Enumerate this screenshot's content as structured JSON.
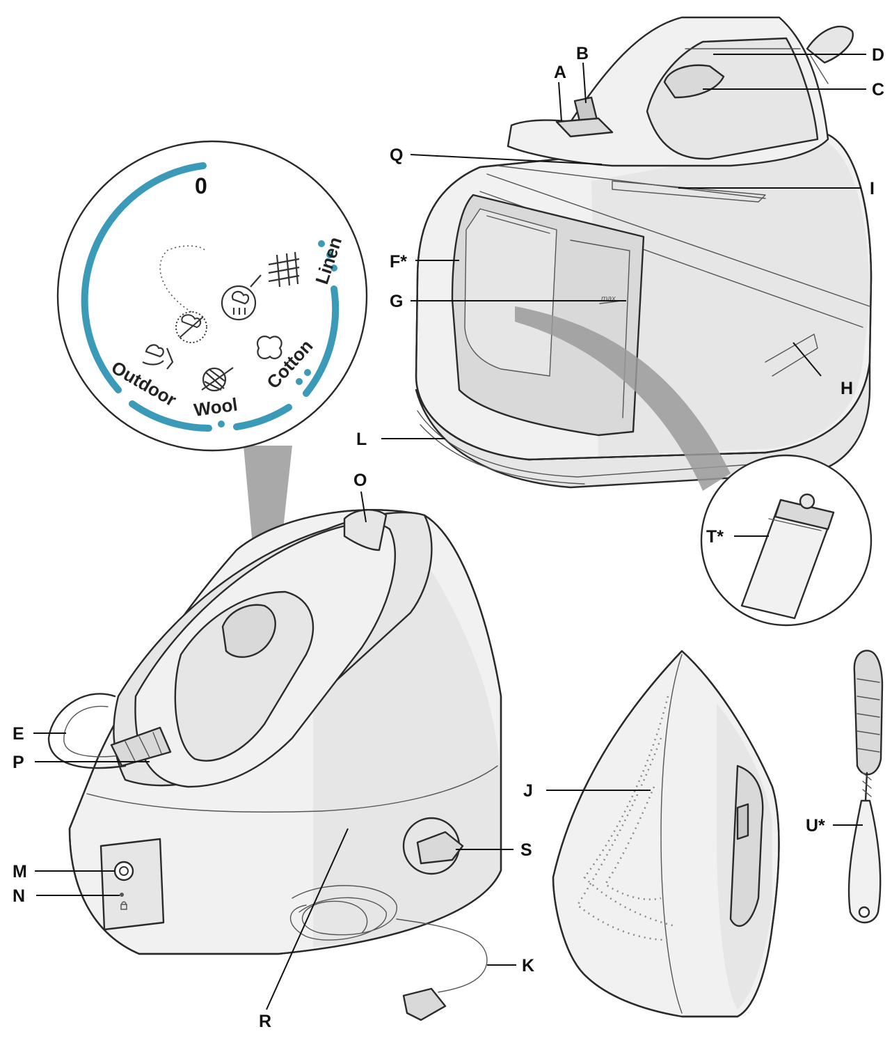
{
  "labels": {
    "A": "A",
    "B": "B",
    "C": "C",
    "D": "D",
    "E": "E",
    "F": "F*",
    "G": "G",
    "H": "H",
    "I": "I",
    "J": "J",
    "K": "K",
    "L": "L",
    "M": "M",
    "N": "N",
    "O": "O",
    "P": "P",
    "Q": "Q",
    "R": "R",
    "S": "S",
    "T": "T*",
    "U": "U*"
  },
  "dial": {
    "zero": "0",
    "linen": "Linen",
    "cotton": "Cotton",
    "wool": "Wool",
    "outdoor": "Outdoor",
    "accent_color": "#3a9ab8"
  },
  "tank": {
    "max_mark": "max"
  },
  "icons": [
    "linen-grid-icon",
    "steam-boost-icon",
    "no-steam-icon",
    "cotton-icon",
    "wool-icon",
    "outdoor-icon",
    "power-button-icon",
    "lock-icon"
  ]
}
